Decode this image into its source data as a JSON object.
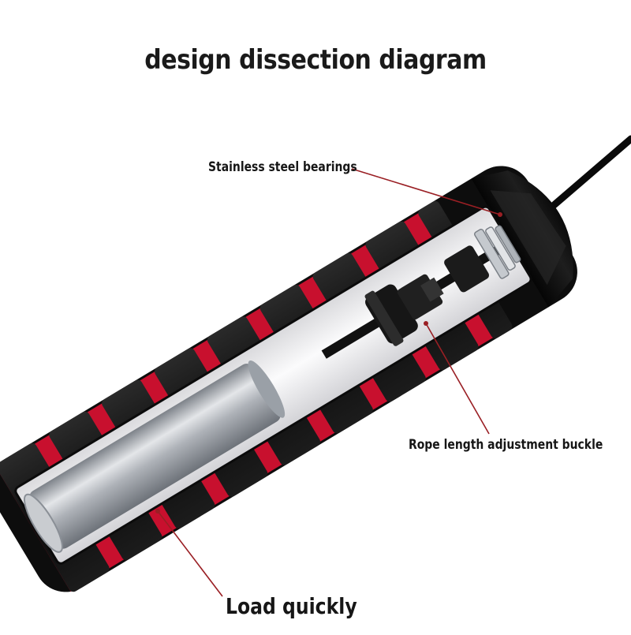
{
  "diagram": {
    "title": "design dissection diagram",
    "callouts": [
      {
        "id": "bearings",
        "label": "Stainless steel bearings"
      },
      {
        "id": "buckle",
        "label": "Rope length adjustment buckle"
      },
      {
        "id": "load",
        "label": "Load quickly"
      }
    ]
  },
  "colors": {
    "handle_shell": "#0d0d0d",
    "foam_grip": "#111111",
    "red_grip_gaps": "#c8102e",
    "inner_cavity": "#f1f1f3",
    "steel_weight": "#b8bcc2",
    "leader_line": "#9a1f24",
    "rope": "#0a0a0a"
  }
}
